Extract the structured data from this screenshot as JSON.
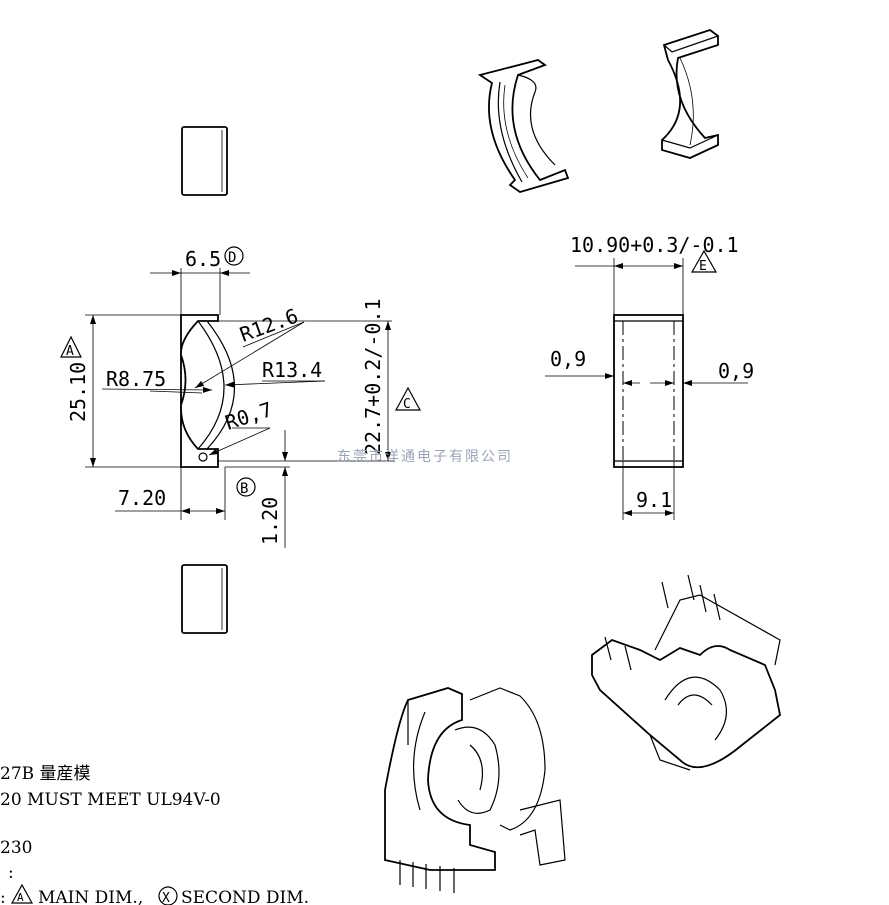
{
  "dimensions": {
    "width_core": "6.5",
    "height_total": "25.10",
    "radius_outer": "R12.6",
    "radius_inner": "R8.75",
    "radius_mid": "R13.4",
    "radius_small": "R0,7",
    "inner_height": "22.7+0.2/-0.1",
    "base_width": "7.20",
    "offset": "1.20",
    "side_width": "10.90+0.3/-0.1",
    "wall_left": "0,9",
    "wall_right": "0,9",
    "side_inner": "9.1"
  },
  "markers": {
    "A": "A",
    "B": "B",
    "C": "C",
    "D": "D",
    "E": "E",
    "X": "X"
  },
  "watermark": "东莞市洋通电子有限公司",
  "notes": {
    "line1": "27B 量産模",
    "line2": "20 MUST MEET UL94V-0",
    "line3": "230",
    "line4": ":",
    "line5_prefix": ":",
    "line5_main": "MAIN DIM.,",
    "line5_second": "SECOND DIM."
  },
  "icons": {
    "triangle_marker": "triangle-marker-icon",
    "circle_marker": "circle-marker-icon"
  }
}
